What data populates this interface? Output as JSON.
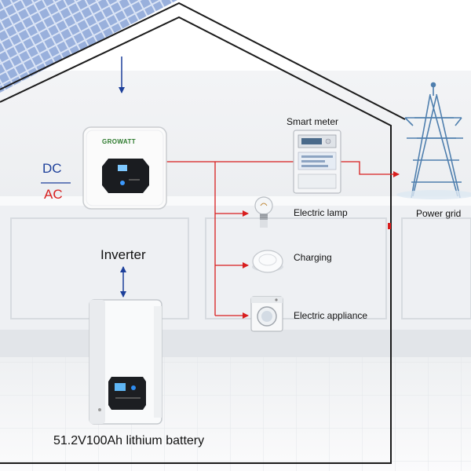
{
  "labels": {
    "dc": "DC",
    "ac": "AC",
    "inverter": "Inverter",
    "smart_meter": "Smart meter",
    "electric_lamp": "Electric lamp",
    "charging": "Charging",
    "electric_appliance": "Electric appliance",
    "power_grid": "Power grid",
    "battery": "51.2V100Ah lithium battery"
  },
  "brand": "GROWATT",
  "colors": {
    "house_outline": "#1a1a1a",
    "ac_wire": "#d81e1e",
    "dc_wire": "#1c3f9a",
    "dc_label": "#1c3f9a",
    "ac_label": "#d81e1e",
    "solar_panel": "#6f8fc8",
    "pylon": "#4f7fae",
    "wall": "#e8ebee",
    "floor": "#f6f7f8"
  },
  "icons": {
    "inverter": "inverter-icon",
    "battery": "battery-icon",
    "meter": "smart-meter-icon",
    "lamp": "light-bulb-icon",
    "charger": "charging-pad-icon",
    "appliance": "washing-machine-icon",
    "grid": "power-pylon-icon",
    "solar": "solar-panel-icon"
  }
}
